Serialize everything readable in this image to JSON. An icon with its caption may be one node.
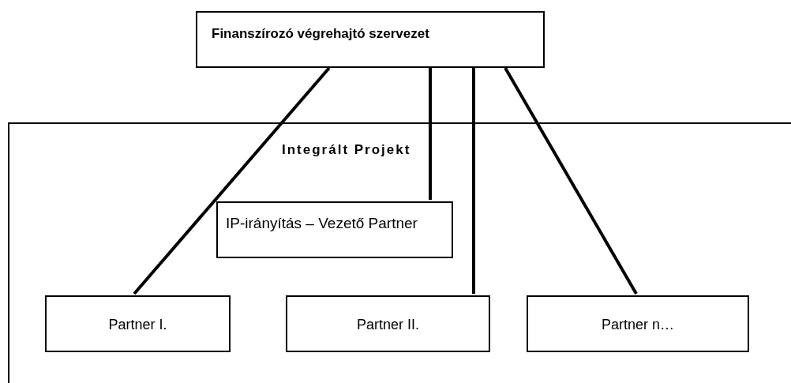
{
  "diagram": {
    "nodes": [
      {
        "text": [
          "Finanszírozó végrehajtó szervezet"
        ]
      },
      {
        "text": [
          "Integrált Projekt"
        ]
      },
      {
        "text": [
          "IP-irányítás – Vezető Partner"
        ],
        "in": 1
      },
      {
        "text": [
          "Partner I."
        ],
        "in": 1
      },
      {
        "text": [
          "Partner II."
        ],
        "in": 1
      },
      {
        "text": [
          "Partner n…"
        ],
        "in": 1
      }
    ],
    "edges": [
      {
        "from": 0,
        "to": 3,
        "arrow": "none"
      },
      {
        "from": 0,
        "to": 2,
        "arrow": "none"
      },
      {
        "from": 0,
        "to": 4,
        "arrow": "none"
      },
      {
        "from": 0,
        "to": 5,
        "arrow": "none"
      }
    ]
  }
}
